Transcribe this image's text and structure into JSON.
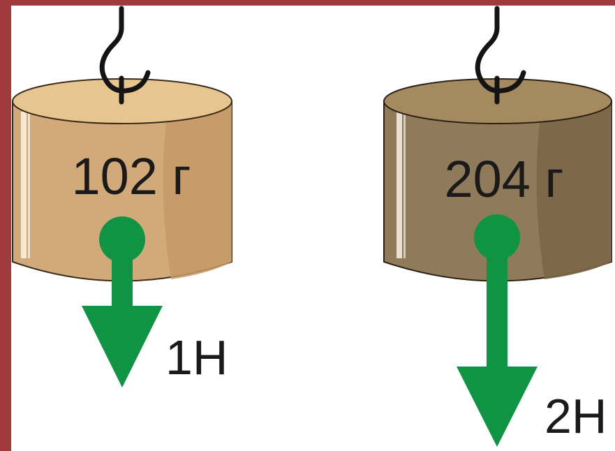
{
  "colors": {
    "frame": "#a13a3a",
    "background": "#ffffff",
    "arrow": "#0f9444",
    "text": "#1a1a1a",
    "hook": "#141414"
  },
  "weights": [
    {
      "mass_label": "102 г",
      "force_label": "1Н",
      "force_value": 1,
      "color_top": "#e6c58f",
      "color_body": "#d2aa7a",
      "color_shade": "#c59a66"
    },
    {
      "mass_label": "204 г",
      "force_label": "2Н",
      "force_value": 2,
      "color_top": "#a48a5e",
      "color_body": "#8f7a5a",
      "color_shade": "#7b6748"
    }
  ]
}
